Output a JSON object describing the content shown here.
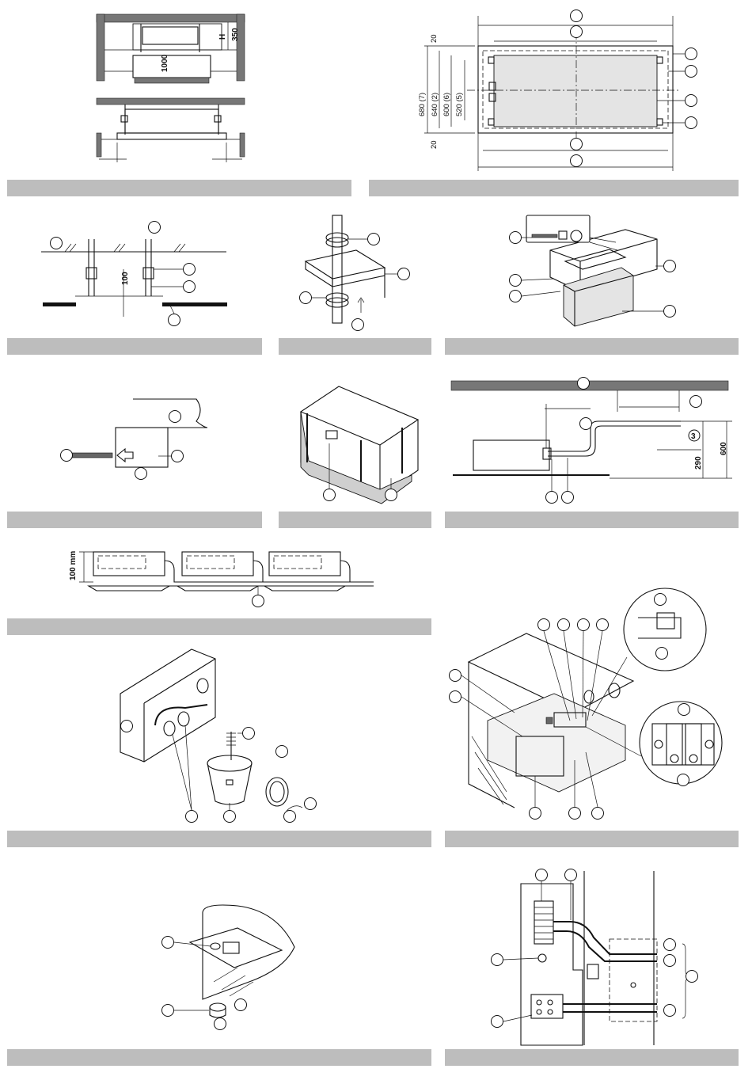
{
  "fig1": {
    "label_h": "H",
    "dim_350": "350",
    "dim_1000": "1000"
  },
  "fig2": {
    "dim_top": "20",
    "dim_bottom": "20",
    "dim_680": "680 (7)",
    "dim_640": "640 (2)",
    "dim_600": "600 (6)",
    "dim_520": "520 (5)"
  },
  "fig3": {
    "dim_100": "100"
  },
  "fig8": {
    "dim_290": "290",
    "dim_600": "600",
    "mark_3": "3"
  },
  "fig9": {
    "dim_100mm": "100 mm"
  },
  "colors": {
    "bar": "#bdbdbd",
    "wall": "#777777",
    "shade": "#e4e4e4"
  },
  "icons": [
    "leader-callout-icon",
    "arrow-icon",
    "ground-icon",
    "screw-icon",
    "ceiling-hatch-icon"
  ]
}
